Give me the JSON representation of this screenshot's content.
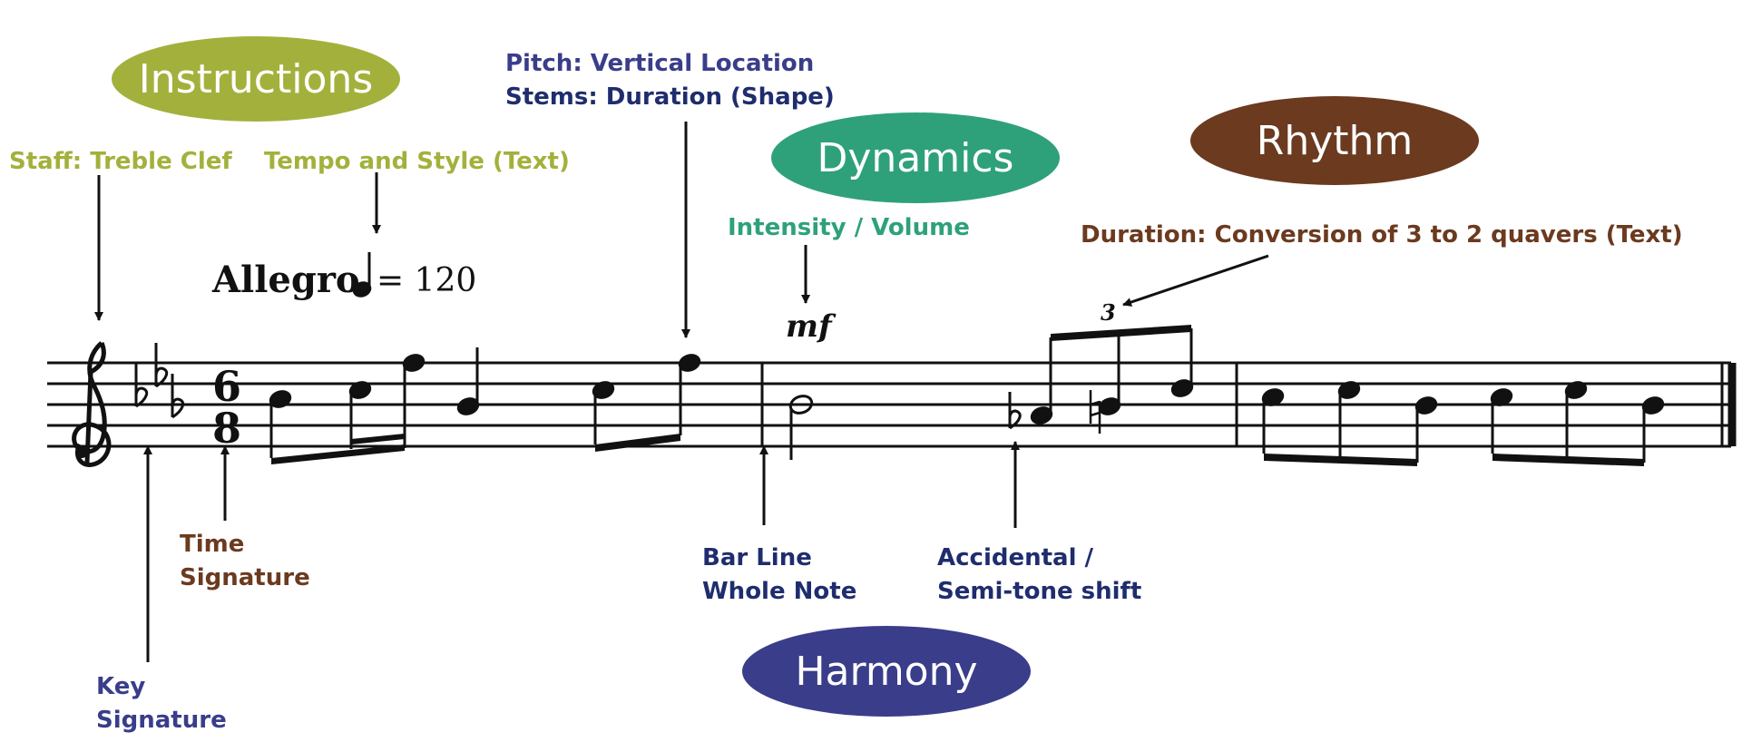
{
  "categories": {
    "instructions": "Instructions",
    "dynamics": "Dynamics",
    "rhythm": "Rhythm",
    "harmony": "Harmony"
  },
  "labels": {
    "staff": "Staff: Treble Clef",
    "tempo_style": "Tempo and Style (Text)",
    "pitch": "Pitch: Vertical Location",
    "stems": "Stems: Duration (Shape)",
    "intensity": "Intensity / Volume",
    "duration": "Duration: Conversion of 3 to 2 quavers (Text)",
    "time_sig_line1": "Time",
    "time_sig_line2": "Signature",
    "bar_line": "Bar Line",
    "whole_note": "Whole Note",
    "accidental_line1": "Accidental /",
    "accidental_line2": "Semi-tone shift",
    "key_sig_line1": "Key",
    "key_sig_line2": "Signature"
  },
  "score": {
    "tempo_word": "Allegro",
    "tempo_value": "= 120",
    "dynamic": "mf",
    "tuplet": "3",
    "time_signature_top": "6",
    "time_signature_bottom": "8"
  },
  "colors": {
    "instructions": "#a3b13c",
    "dynamics": "#2ea17a",
    "rhythm": "#6b3a1f",
    "harmony": "#3a3d8a",
    "harmony_text": "#1f2d6e"
  }
}
